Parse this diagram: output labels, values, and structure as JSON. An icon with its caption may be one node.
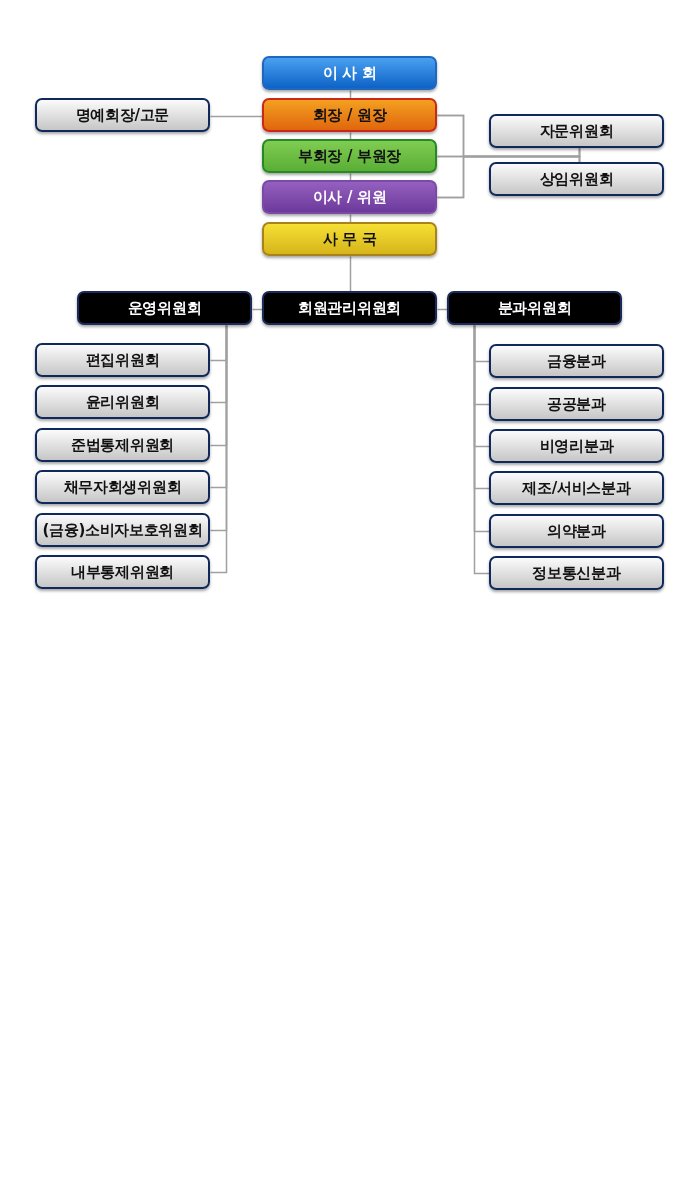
{
  "diagram": {
    "nodes": [
      {
        "text": [
          "이 사 회"
        ]
      },
      {
        "text": [
          "회장 / 원장"
        ]
      },
      {
        "text": [
          "부회장 / 부원장"
        ]
      },
      {
        "text": [
          "이사 / 위원"
        ]
      },
      {
        "text": [
          "사 무 국"
        ]
      },
      {
        "text": [
          "명예회장/고문"
        ]
      },
      {
        "text": [
          "자문위원회"
        ]
      },
      {
        "text": [
          "상임위원회"
        ]
      },
      {
        "text": [
          "운영위원회"
        ]
      },
      {
        "text": [
          "회원관리위원회"
        ]
      },
      {
        "text": [
          "분과위원회"
        ]
      },
      {
        "text": [
          "편집위원회"
        ]
      },
      {
        "text": [
          "윤리위원회"
        ]
      },
      {
        "text": [
          "준법통제위원회"
        ]
      },
      {
        "text": [
          "채무자회생위원회"
        ]
      },
      {
        "text": [
          "(금융)소비자보호위원회"
        ]
      },
      {
        "text": [
          "내부통제위원회"
        ]
      },
      {
        "text": [
          "금융분과"
        ]
      },
      {
        "text": [
          "공공분과"
        ]
      },
      {
        "text": [
          "비영리분과"
        ]
      },
      {
        "text": [
          "제조/서비스분과"
        ]
      },
      {
        "text": [
          "의약분과"
        ]
      },
      {
        "text": [
          "정보통신분과"
        ]
      }
    ],
    "edges": [
      {
        "from": 0,
        "to": 1,
        "arrow": "none"
      },
      {
        "from": 1,
        "to": 2,
        "arrow": "none"
      },
      {
        "from": 2,
        "to": 3,
        "arrow": "none"
      },
      {
        "from": 3,
        "to": 4,
        "arrow": "none"
      },
      {
        "from": 4,
        "to": 9,
        "arrow": "none"
      },
      {
        "from": 5,
        "to": 1,
        "arrow": "none"
      },
      {
        "from": 1,
        "to": 6,
        "arrow": "none"
      },
      {
        "from": 1,
        "to": 7,
        "arrow": "none"
      },
      {
        "from": 2,
        "to": 6,
        "arrow": "none"
      },
      {
        "from": 2,
        "to": 7,
        "arrow": "none"
      },
      {
        "from": 3,
        "to": 6,
        "arrow": "none"
      },
      {
        "from": 3,
        "to": 7,
        "arrow": "none"
      },
      {
        "from": 9,
        "to": 8,
        "arrow": "none"
      },
      {
        "from": 9,
        "to": 10,
        "arrow": "none"
      },
      {
        "from": 8,
        "to": 11,
        "arrow": "none"
      },
      {
        "from": 8,
        "to": 12,
        "arrow": "none"
      },
      {
        "from": 8,
        "to": 13,
        "arrow": "none"
      },
      {
        "from": 8,
        "to": 14,
        "arrow": "none"
      },
      {
        "from": 8,
        "to": 15,
        "arrow": "none"
      },
      {
        "from": 8,
        "to": 16,
        "arrow": "none"
      },
      {
        "from": 10,
        "to": 17,
        "arrow": "none"
      },
      {
        "from": 10,
        "to": 18,
        "arrow": "none"
      },
      {
        "from": 10,
        "to": 19,
        "arrow": "none"
      },
      {
        "from": 10,
        "to": 20,
        "arrow": "none"
      },
      {
        "from": 10,
        "to": 21,
        "arrow": "none"
      },
      {
        "from": 10,
        "to": 22,
        "arrow": "none"
      }
    ]
  }
}
